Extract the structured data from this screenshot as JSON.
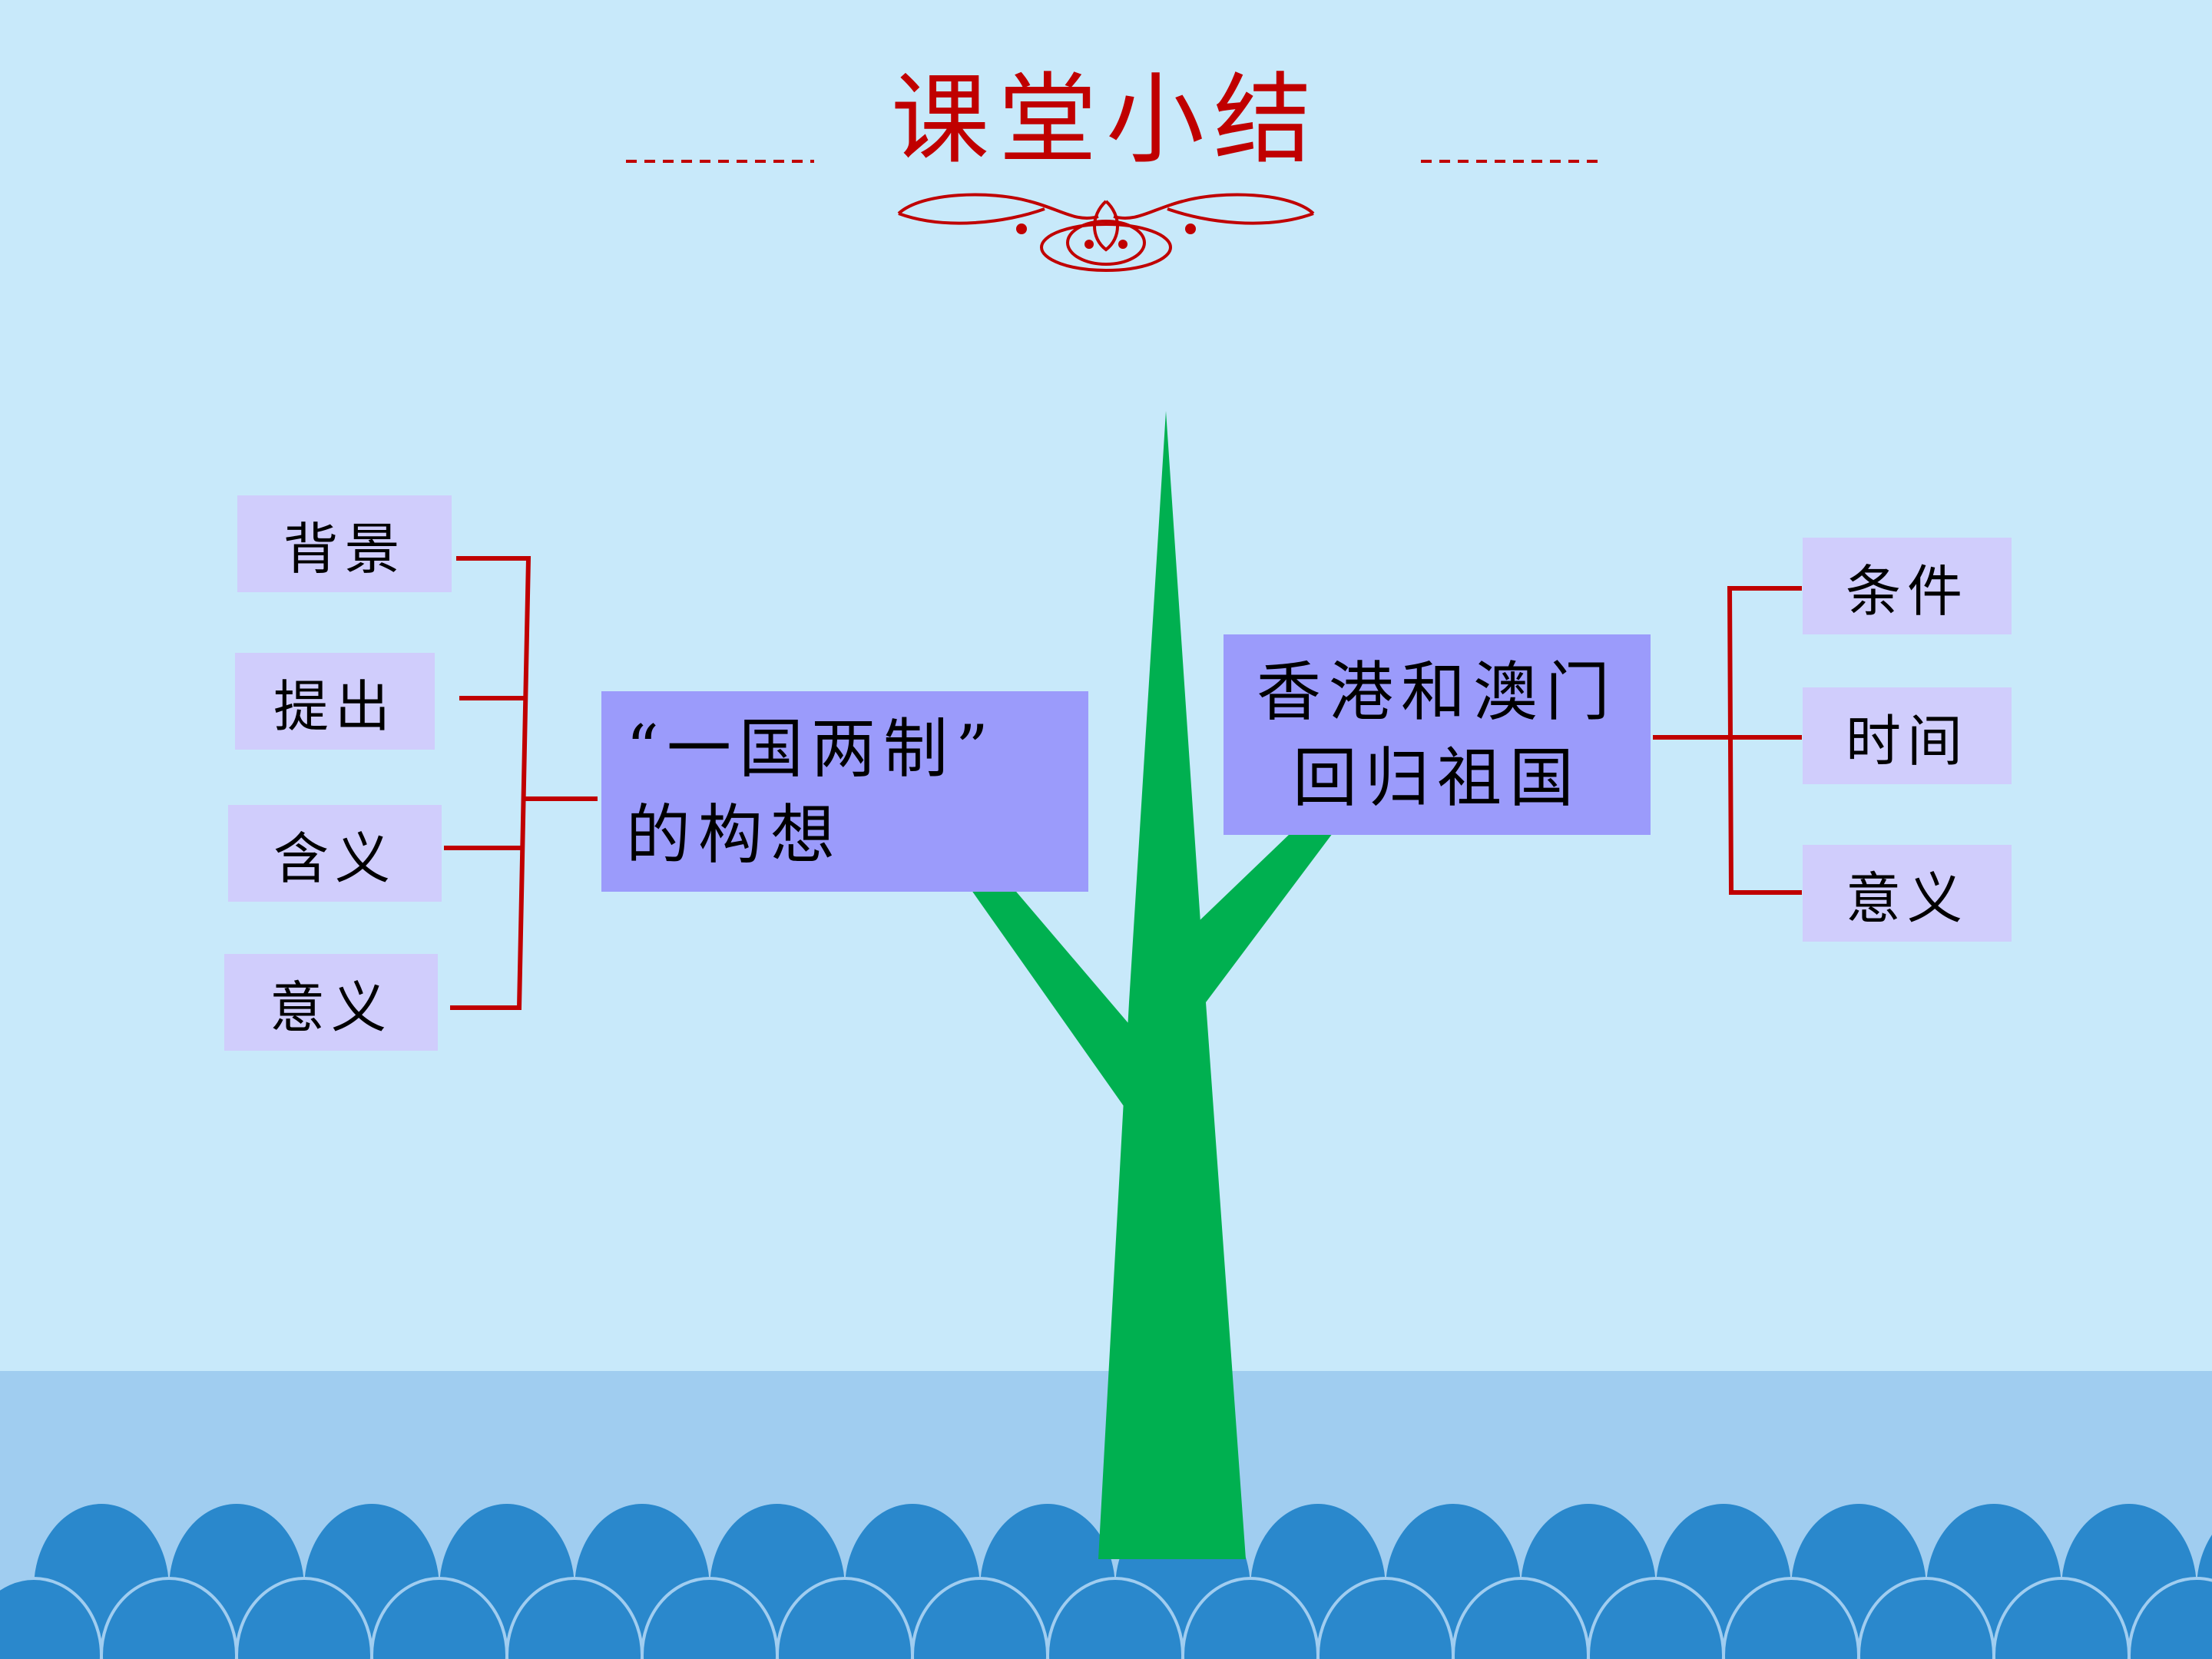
{
  "title": "课堂小结",
  "left_main": {
    "line1": "“一国两制”",
    "line2": "的构想"
  },
  "left_items": [
    "背景",
    "提出",
    "含义",
    "意义"
  ],
  "right_main": {
    "line1": "香港和澳门",
    "line2": "回归祖国"
  },
  "right_items": [
    "条件",
    "时间",
    "意义"
  ],
  "colors": {
    "background": "#c8e9fa",
    "ground": "#a0cdf0",
    "waves": "#2a88cc",
    "tree": "#00b050",
    "title": "#c00000",
    "connector": "#c00000",
    "main_box": "#9b9bfb",
    "item_box": "#d0cdfc"
  }
}
